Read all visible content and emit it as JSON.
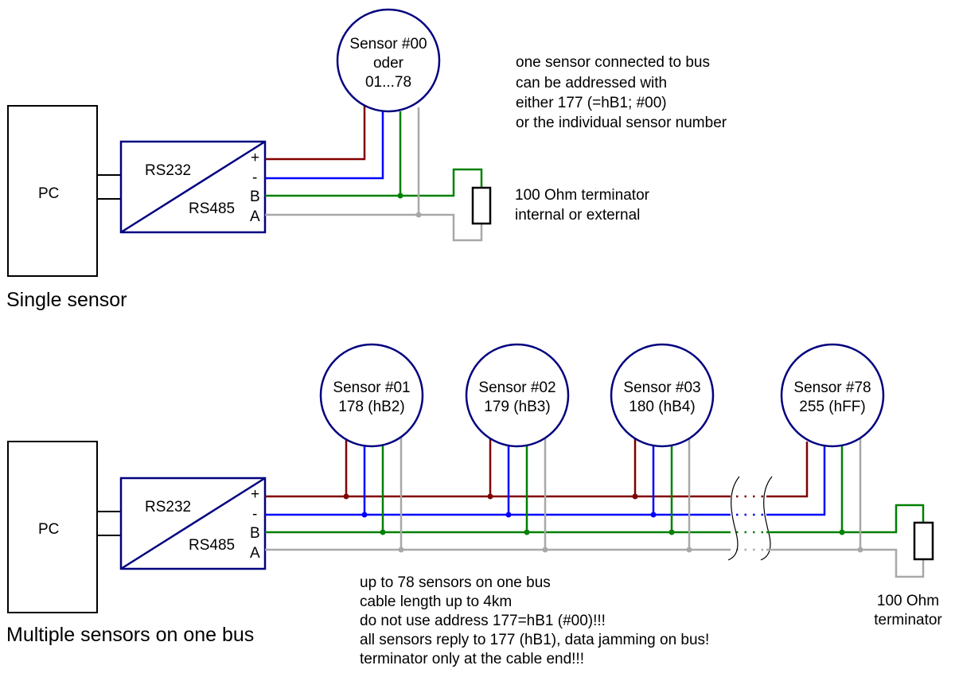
{
  "colors": {
    "plus": "#800000",
    "minus": "#0000ff",
    "b": "#008000",
    "a": "#a8a8a8",
    "outline": "#000080"
  },
  "single": {
    "title": "Single sensor",
    "pc": "PC",
    "converter": {
      "top": "RS232",
      "bottom": "RS485",
      "pins": [
        "+",
        "-",
        "B",
        "A"
      ]
    },
    "sensor": [
      "Sensor #00",
      "oder",
      "01...78"
    ],
    "note": [
      "one sensor connected to bus",
      "can be addressed with",
      "either 177 (=hB1; #00)",
      "or the individual sensor number"
    ],
    "terminator": [
      "100 Ohm terminator",
      "internal or external"
    ]
  },
  "multi": {
    "title": "Multiple sensors on one bus",
    "pc": "PC",
    "converter": {
      "top": "RS232",
      "bottom": "RS485",
      "pins": [
        "+",
        "-",
        "B",
        "A"
      ]
    },
    "sensors": [
      {
        "name": "Sensor #01",
        "addr": "178 (hB2)"
      },
      {
        "name": "Sensor #02",
        "addr": "179 (hB3)"
      },
      {
        "name": "Sensor #03",
        "addr": "180 (hB4)"
      },
      {
        "name": "Sensor #78",
        "addr": "255 (hFF)"
      }
    ],
    "note": [
      "up to 78 sensors on one bus",
      "cable length up to 4km",
      "do not use address 177=hB1 (#00)!!!",
      "all sensors reply to 177 (hB1), data jamming on bus!",
      "terminator only at the cable end!!!"
    ],
    "terminator": [
      "100 Ohm",
      "terminator"
    ]
  }
}
